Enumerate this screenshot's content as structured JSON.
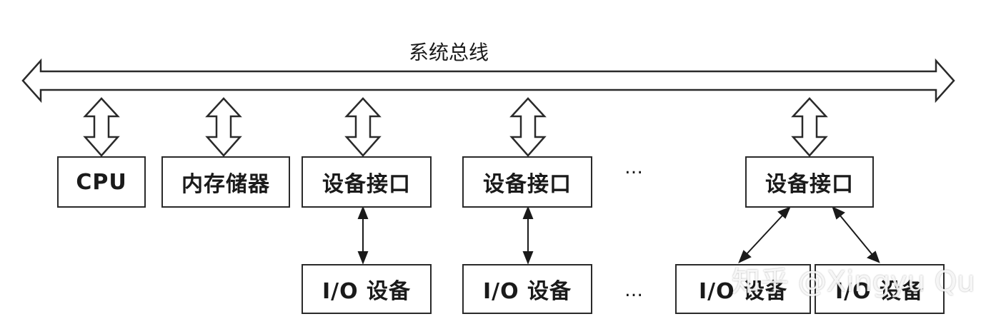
{
  "bus": {
    "label": "系统总线"
  },
  "boxes": {
    "cpu": "CPU",
    "memory": "内存储器",
    "interface_1": "设备接口",
    "interface_2": "设备接口",
    "interface_3": "设备接口",
    "io_1": "I/O 设备",
    "io_2": "I/O 设备",
    "io_3": "I/O 设备",
    "io_4": "I/O 设备"
  },
  "ellipsis": {
    "top": "…",
    "bottom": "…"
  },
  "watermark": "知乎 @Xingyu Qu"
}
